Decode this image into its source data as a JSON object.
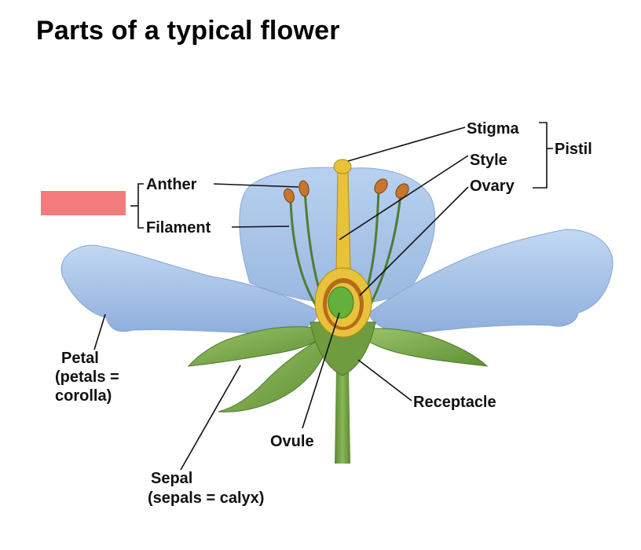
{
  "title": "Parts of a typical flower",
  "labels": {
    "stigma": "Stigma",
    "style": "Style",
    "ovary": "Ovary",
    "pistil": "Pistil",
    "anther": "Anther",
    "filament": "Filament",
    "petal": [
      "Petal",
      "(petals =",
      "corolla)"
    ],
    "sepal": [
      "Sepal",
      "(sepals = calyx)"
    ],
    "ovule": "Ovule",
    "receptacle": "Receptacle"
  },
  "colors": {
    "petal": "#a9c6ea",
    "petal_shade": "#7fa3d3",
    "sepal": "#7aa84a",
    "pistil": "#e8c23a",
    "ovary_wall": "#b86a1c",
    "ovule": "#63b03a",
    "anther": "#c8762e",
    "stem": "#6e9c3e",
    "label_box": "#f47b7b"
  }
}
